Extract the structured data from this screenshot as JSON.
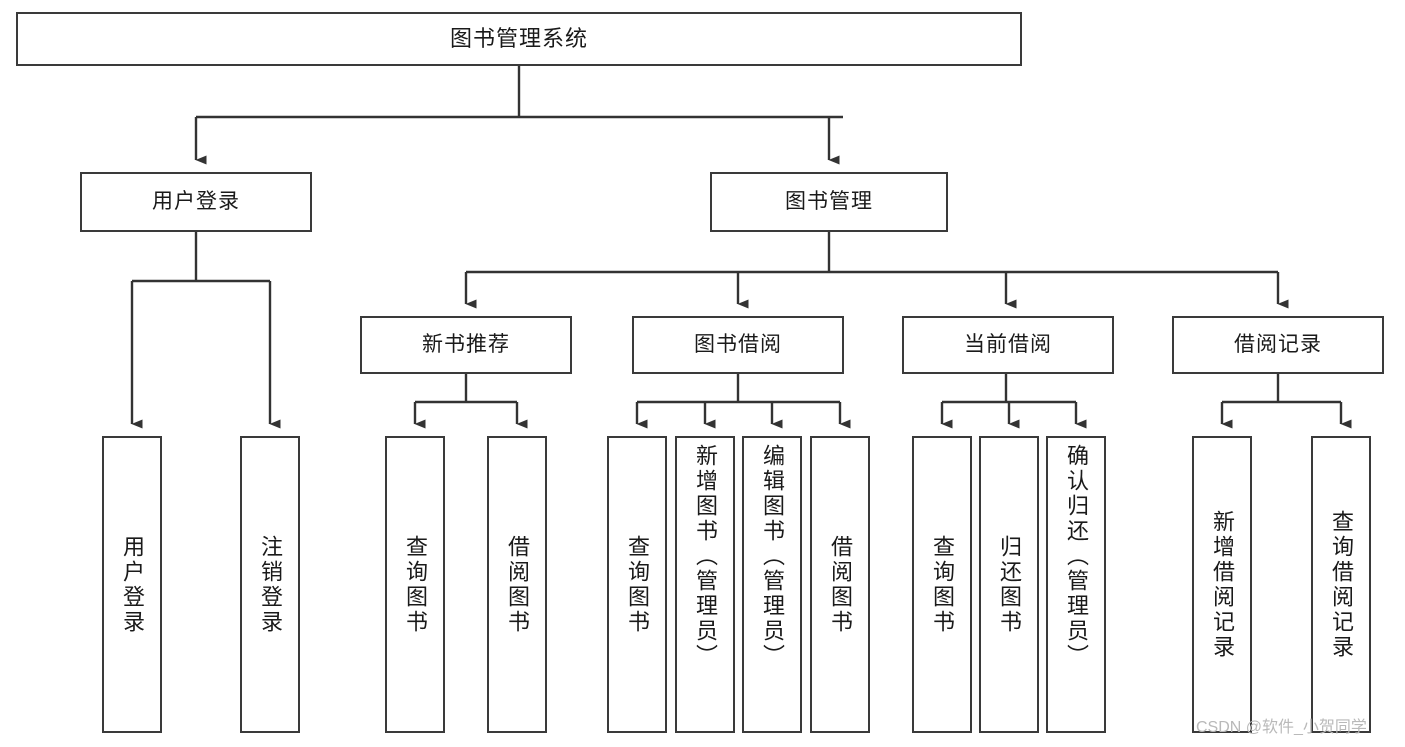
{
  "diagram": {
    "title": "图书管理系统",
    "type": "tree-hierarchy-diagram",
    "root": {
      "label": "图书管理系统"
    },
    "level2": [
      {
        "label": "用户登录"
      },
      {
        "label": "图书管理"
      }
    ],
    "level3": [
      {
        "label": "新书推荐"
      },
      {
        "label": "图书借阅"
      },
      {
        "label": "当前借阅"
      },
      {
        "label": "借阅记录"
      }
    ],
    "leaves": {
      "user_login": [
        {
          "label": "用户登录"
        },
        {
          "label": "注销登录"
        }
      ],
      "new_book_recommend": [
        {
          "label": "查询图书"
        },
        {
          "label": "借阅图书"
        }
      ],
      "book_borrow": [
        {
          "label": "查询图书"
        },
        {
          "label": "新增图书（管理员）"
        },
        {
          "label": "编辑图书（管理员）"
        },
        {
          "label": "借阅图书"
        }
      ],
      "current_borrow": [
        {
          "label": "查询图书"
        },
        {
          "label": "归还图书"
        },
        {
          "label": "确认归还（管理员）"
        }
      ],
      "borrow_record": [
        {
          "label": "新增借阅记录"
        },
        {
          "label": "查询借阅记录"
        }
      ]
    }
  },
  "watermark": {
    "text": "CSDN @软件_小贺同学"
  },
  "colors": {
    "background": "#ffffff",
    "box_border": "#3a3a3a",
    "connector": "#333333",
    "text": "#1a1a1a",
    "watermark": "#b9b9b9"
  }
}
